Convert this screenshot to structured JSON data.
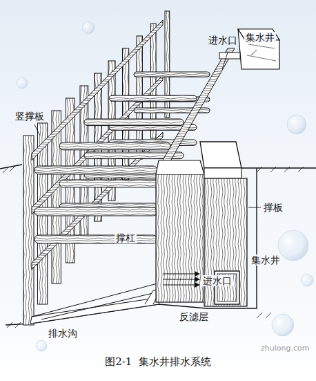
{
  "diagram": {
    "caption": "图2-1  集水井排水系统",
    "labels": [
      "竖撑板",
      "进水口",
      "集水井",
      "撑板",
      "撑杠",
      "集水井",
      "进水口",
      "反滤层",
      "排水沟",
      "zhulong.com"
    ]
  }
}
